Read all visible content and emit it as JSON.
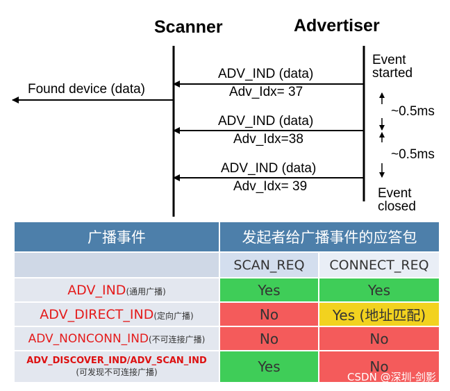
{
  "diagram": {
    "scanner_label": "Scanner",
    "advertiser_label": "Advertiser",
    "found_label": "Found device (data)",
    "messages": [
      {
        "top": "ADV_IND (data)",
        "bottom": "Adv_Idx= 37"
      },
      {
        "top": "ADV_IND (data)",
        "bottom": "Adv_Idx=38"
      },
      {
        "top": "ADV_IND (data)",
        "bottom": "Adv_Idx= 39"
      }
    ],
    "event_started": [
      "Event",
      "started"
    ],
    "event_closed": [
      "Event",
      "closed"
    ],
    "intervals": [
      "~0.5ms",
      "~0.5ms"
    ]
  },
  "table": {
    "headers": [
      "广播事件",
      "发起者给广播事件的应答包"
    ],
    "columns": [
      "SCAN_REQ",
      "CONNECT_REQ"
    ],
    "rows": [
      {
        "name": "ADV_IND",
        "note": "(通用广播)",
        "scan": "Yes",
        "connect": "Yes"
      },
      {
        "name": "ADV_DIRECT_IND",
        "note": "(定向广播)",
        "scan": "No",
        "connect": "Yes (地址匹配)"
      },
      {
        "name": "ADV_NONCONN_IND",
        "note": "(不可连接广播)",
        "scan": "No",
        "connect": "No"
      },
      {
        "name": "ADV_DISCOVER_IND/ADV_SCAN_IND",
        "note": "(可发现不可连接广播)",
        "scan": "Yes",
        "connect": "No"
      }
    ]
  },
  "watermark": "CSDN @深圳-剑影"
}
